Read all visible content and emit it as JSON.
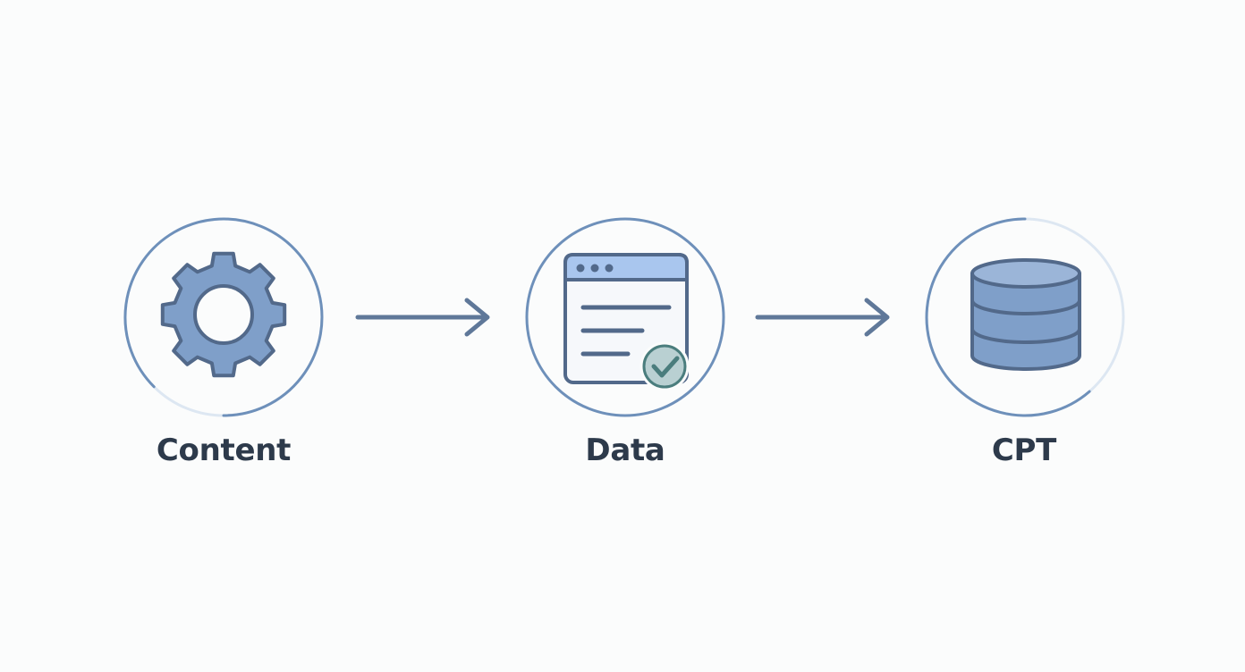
{
  "steps": [
    {
      "label": "Content",
      "icon": "gear-icon"
    },
    {
      "label": "Data",
      "icon": "browser-window-check-icon"
    },
    {
      "label": "CPT",
      "icon": "database-icon"
    }
  ],
  "connectors": [
    "arrow-right-icon",
    "arrow-right-icon"
  ],
  "colors": {
    "background": "#fbfcfc",
    "ring": "#6e90ba",
    "ring_faded": "#dde7f2",
    "stroke": "#52698a",
    "fill": "#7f9fc9",
    "fill_light": "#a9c6ee",
    "badge_fill": "#b9d0d2",
    "badge_check": "#4a7d7d",
    "text": "#2d3a4b"
  }
}
